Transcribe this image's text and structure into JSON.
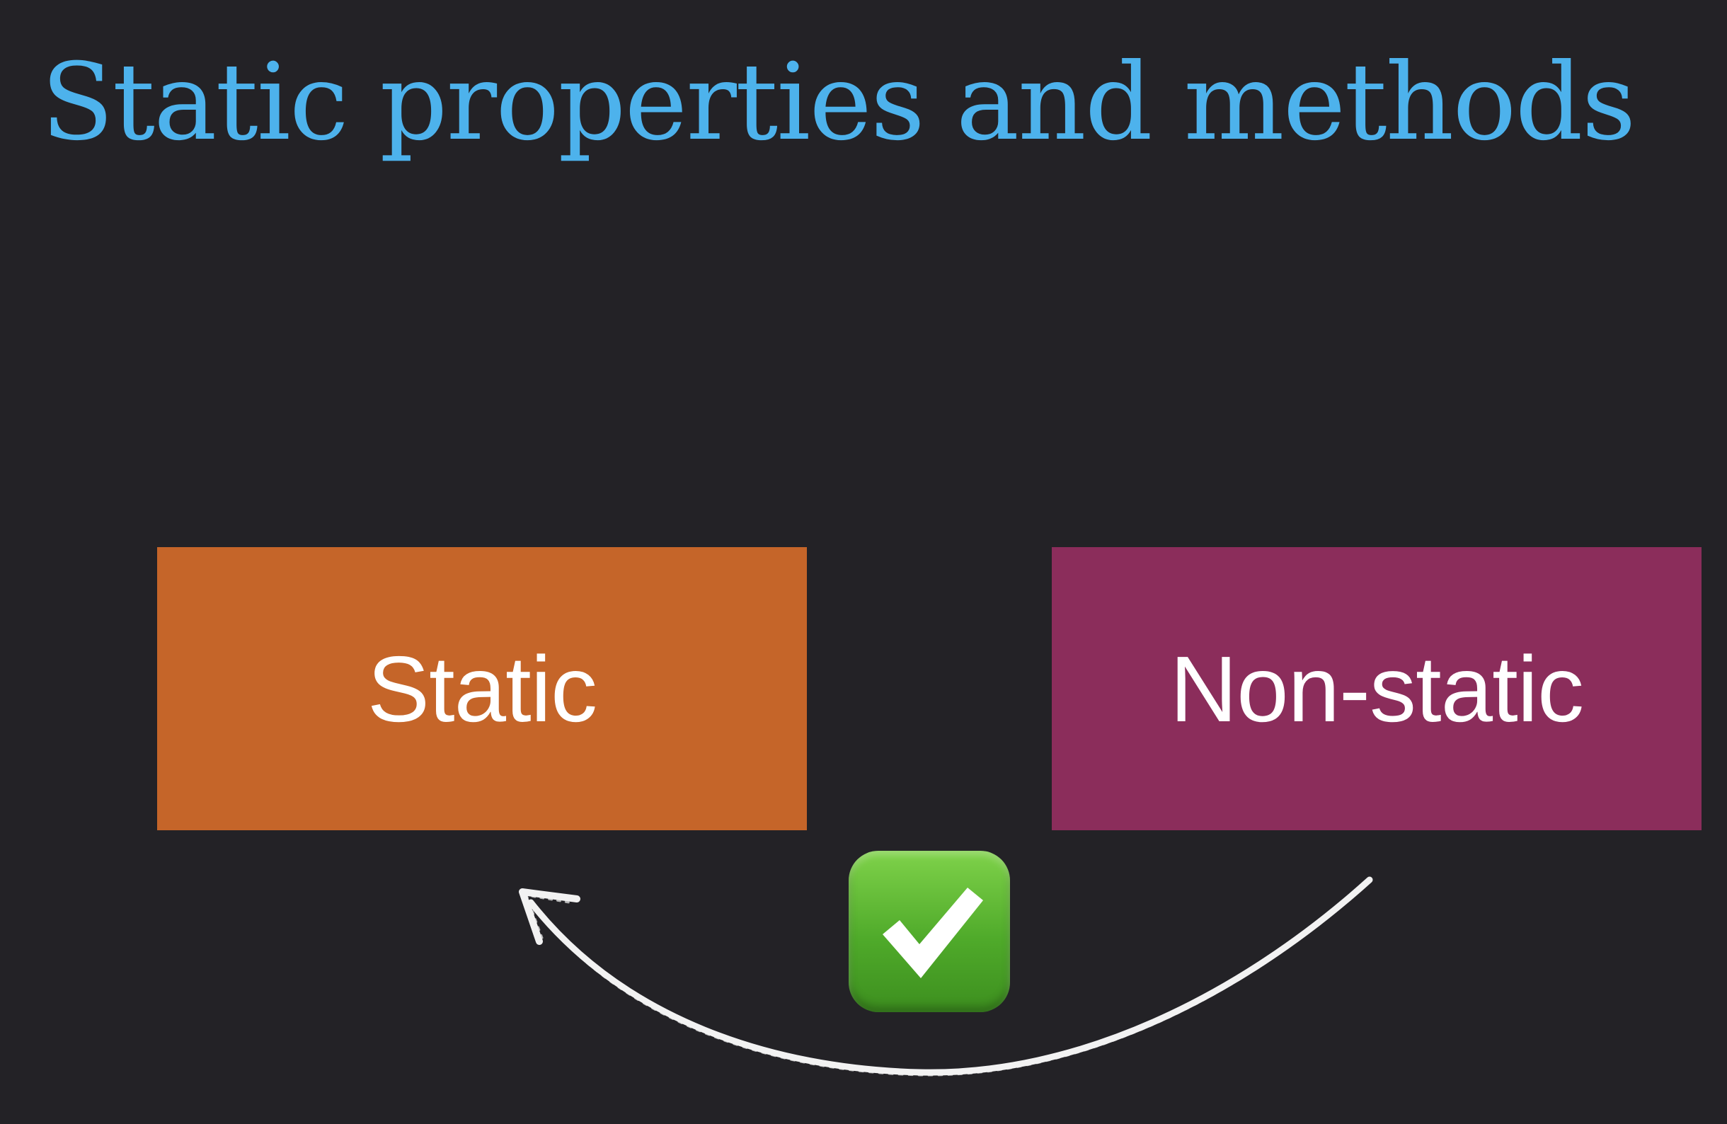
{
  "slide": {
    "title": "Static properties and methods",
    "title_color": "#4db2ec",
    "background_color": "#232226"
  },
  "boxes": [
    {
      "label": "Static",
      "color": "#c56529"
    },
    {
      "label": "Non-static",
      "color": "#8b2d5b"
    }
  ],
  "arrow": {
    "from": "Non-static",
    "to": "Static",
    "style": "hand-drawn white chalk curve"
  },
  "badge": {
    "icon": "check-mark-button-icon",
    "color": "#5cb833"
  }
}
